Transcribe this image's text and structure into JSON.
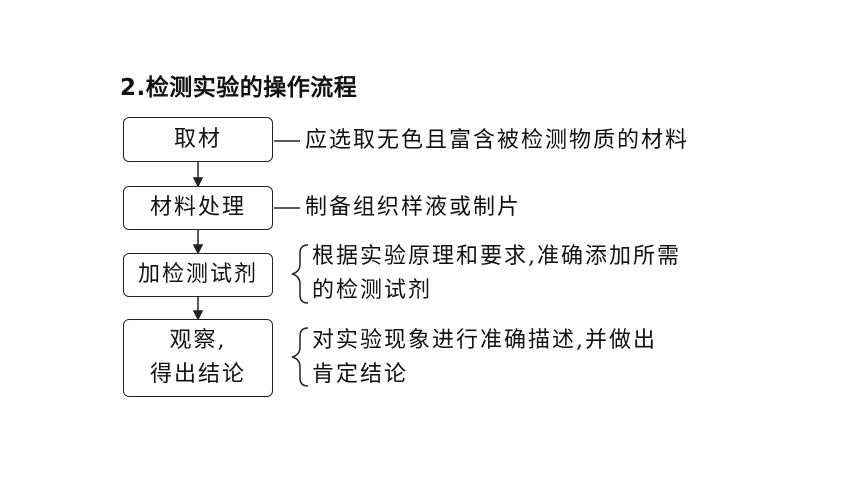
{
  "title": "2.检测实验的操作流程",
  "steps": [
    {
      "name": "取材",
      "desc": [
        "应选取无色且富含被检测物质的材料"
      ]
    },
    {
      "name": "材料处理",
      "desc": [
        "制备组织样液或制片"
      ]
    },
    {
      "name": "加检测试剂",
      "desc": [
        "根据实验原理和要求,准确添加所需",
        "的检测试剂"
      ]
    },
    {
      "name_lines": [
        "观察,",
        "得出结论"
      ],
      "desc": [
        "对实验现象进行准确描述,并做出",
        "肯定结论"
      ]
    }
  ]
}
